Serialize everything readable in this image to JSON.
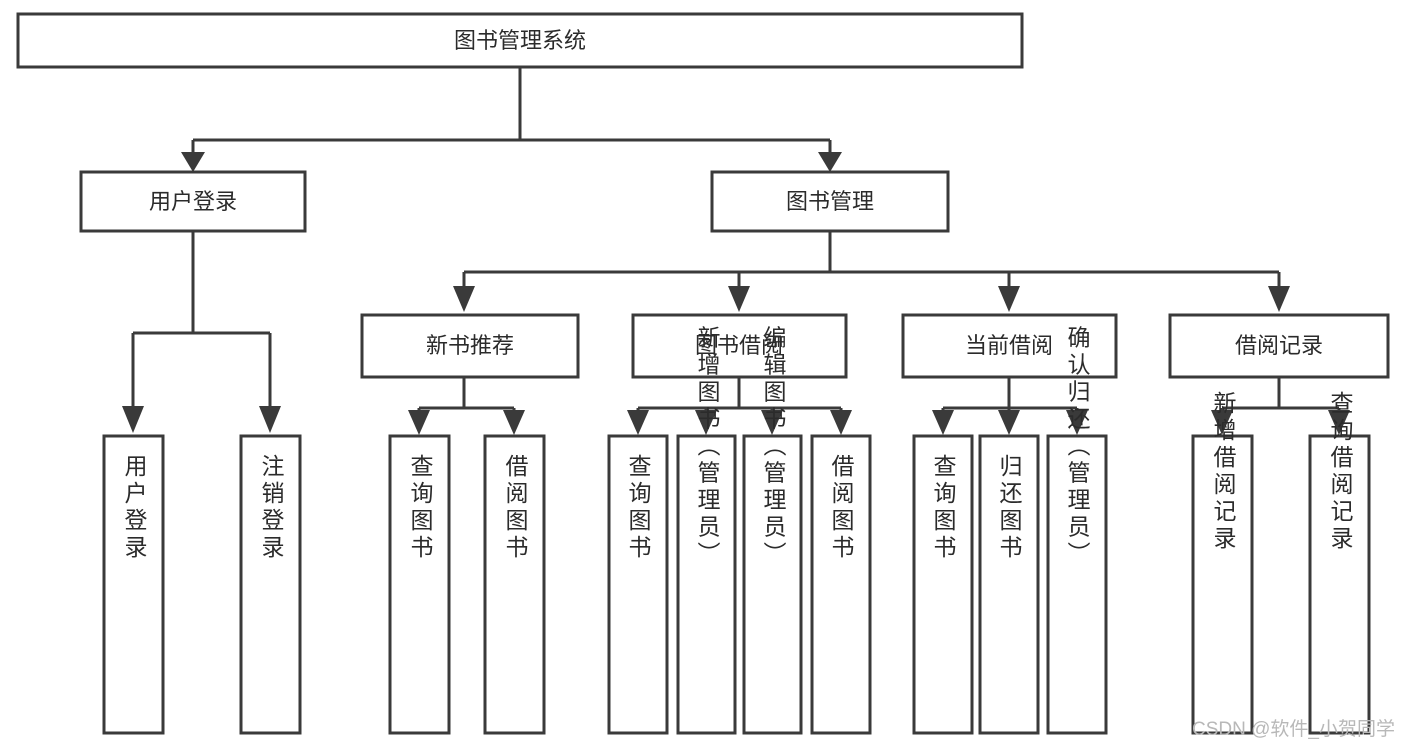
{
  "diagram": {
    "title_node": {
      "label": "图书管理系统"
    },
    "level2": [
      {
        "id": "user-login",
        "label": "用户登录"
      },
      {
        "id": "book-manage",
        "label": "图书管理"
      }
    ],
    "level3": [
      {
        "id": "new-book-recommend",
        "label": "新书推荐"
      },
      {
        "id": "book-borrow",
        "label": "图书借阅"
      },
      {
        "id": "current-borrow",
        "label": "当前借阅"
      },
      {
        "id": "borrow-record",
        "label": "借阅记录"
      }
    ],
    "leaves": {
      "user_login": [
        {
          "id": "leaf-user-login",
          "label": "用户登录"
        },
        {
          "id": "leaf-logout-login",
          "label": "注销登录"
        }
      ],
      "new_book_recommend": [
        {
          "id": "leaf-query-book-1",
          "label": "查询图书"
        },
        {
          "id": "leaf-borrow-book-1",
          "label": "借阅图书"
        }
      ],
      "book_borrow": [
        {
          "id": "leaf-query-book-2",
          "label": "查询图书"
        },
        {
          "id": "leaf-add-book",
          "label": "新增图书（管理员）"
        },
        {
          "id": "leaf-edit-book",
          "label": "编辑图书（管理员）"
        },
        {
          "id": "leaf-borrow-book-2",
          "label": "借阅图书"
        }
      ],
      "current_borrow": [
        {
          "id": "leaf-query-book-3",
          "label": "查询图书"
        },
        {
          "id": "leaf-return-book",
          "label": "归还图书"
        },
        {
          "id": "leaf-confirm-return",
          "label": "确认归还（管理员）"
        }
      ],
      "borrow_record": [
        {
          "id": "leaf-add-borrow-record",
          "label": "新增借阅记录"
        },
        {
          "id": "leaf-query-borrow-record",
          "label": "查询借阅记录"
        }
      ]
    },
    "watermark": "CSDN @软件_小贺同学",
    "colors": {
      "box_stroke": "#3a3a3a",
      "box_fill": "#ffffff",
      "text": "#2b2b2b",
      "background": "#ffffff",
      "watermark": "#b8b8b8"
    }
  }
}
